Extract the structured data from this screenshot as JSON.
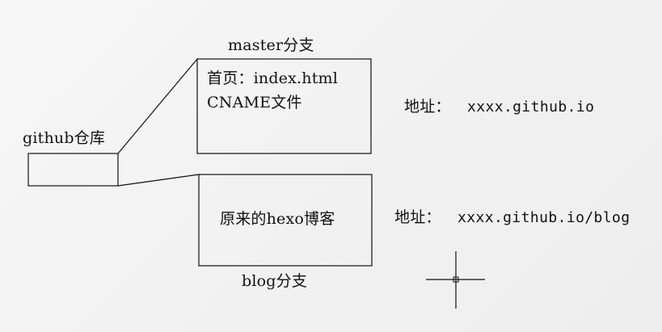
{
  "diagram": {
    "repo_label": "github仓库",
    "master_branch": {
      "label": "master分支",
      "lines": [
        "首页：index.html",
        "CNAME文件"
      ],
      "address_label": "地址：",
      "address_value": "xxxx.github.io"
    },
    "blog_branch": {
      "label": "blog分支",
      "content": "原来的hexo博客",
      "address_label": "地址：",
      "address_value": "xxxx.github.io/blog"
    }
  },
  "colors": {
    "ink": "#111111",
    "paper": "#f4f4f4"
  }
}
